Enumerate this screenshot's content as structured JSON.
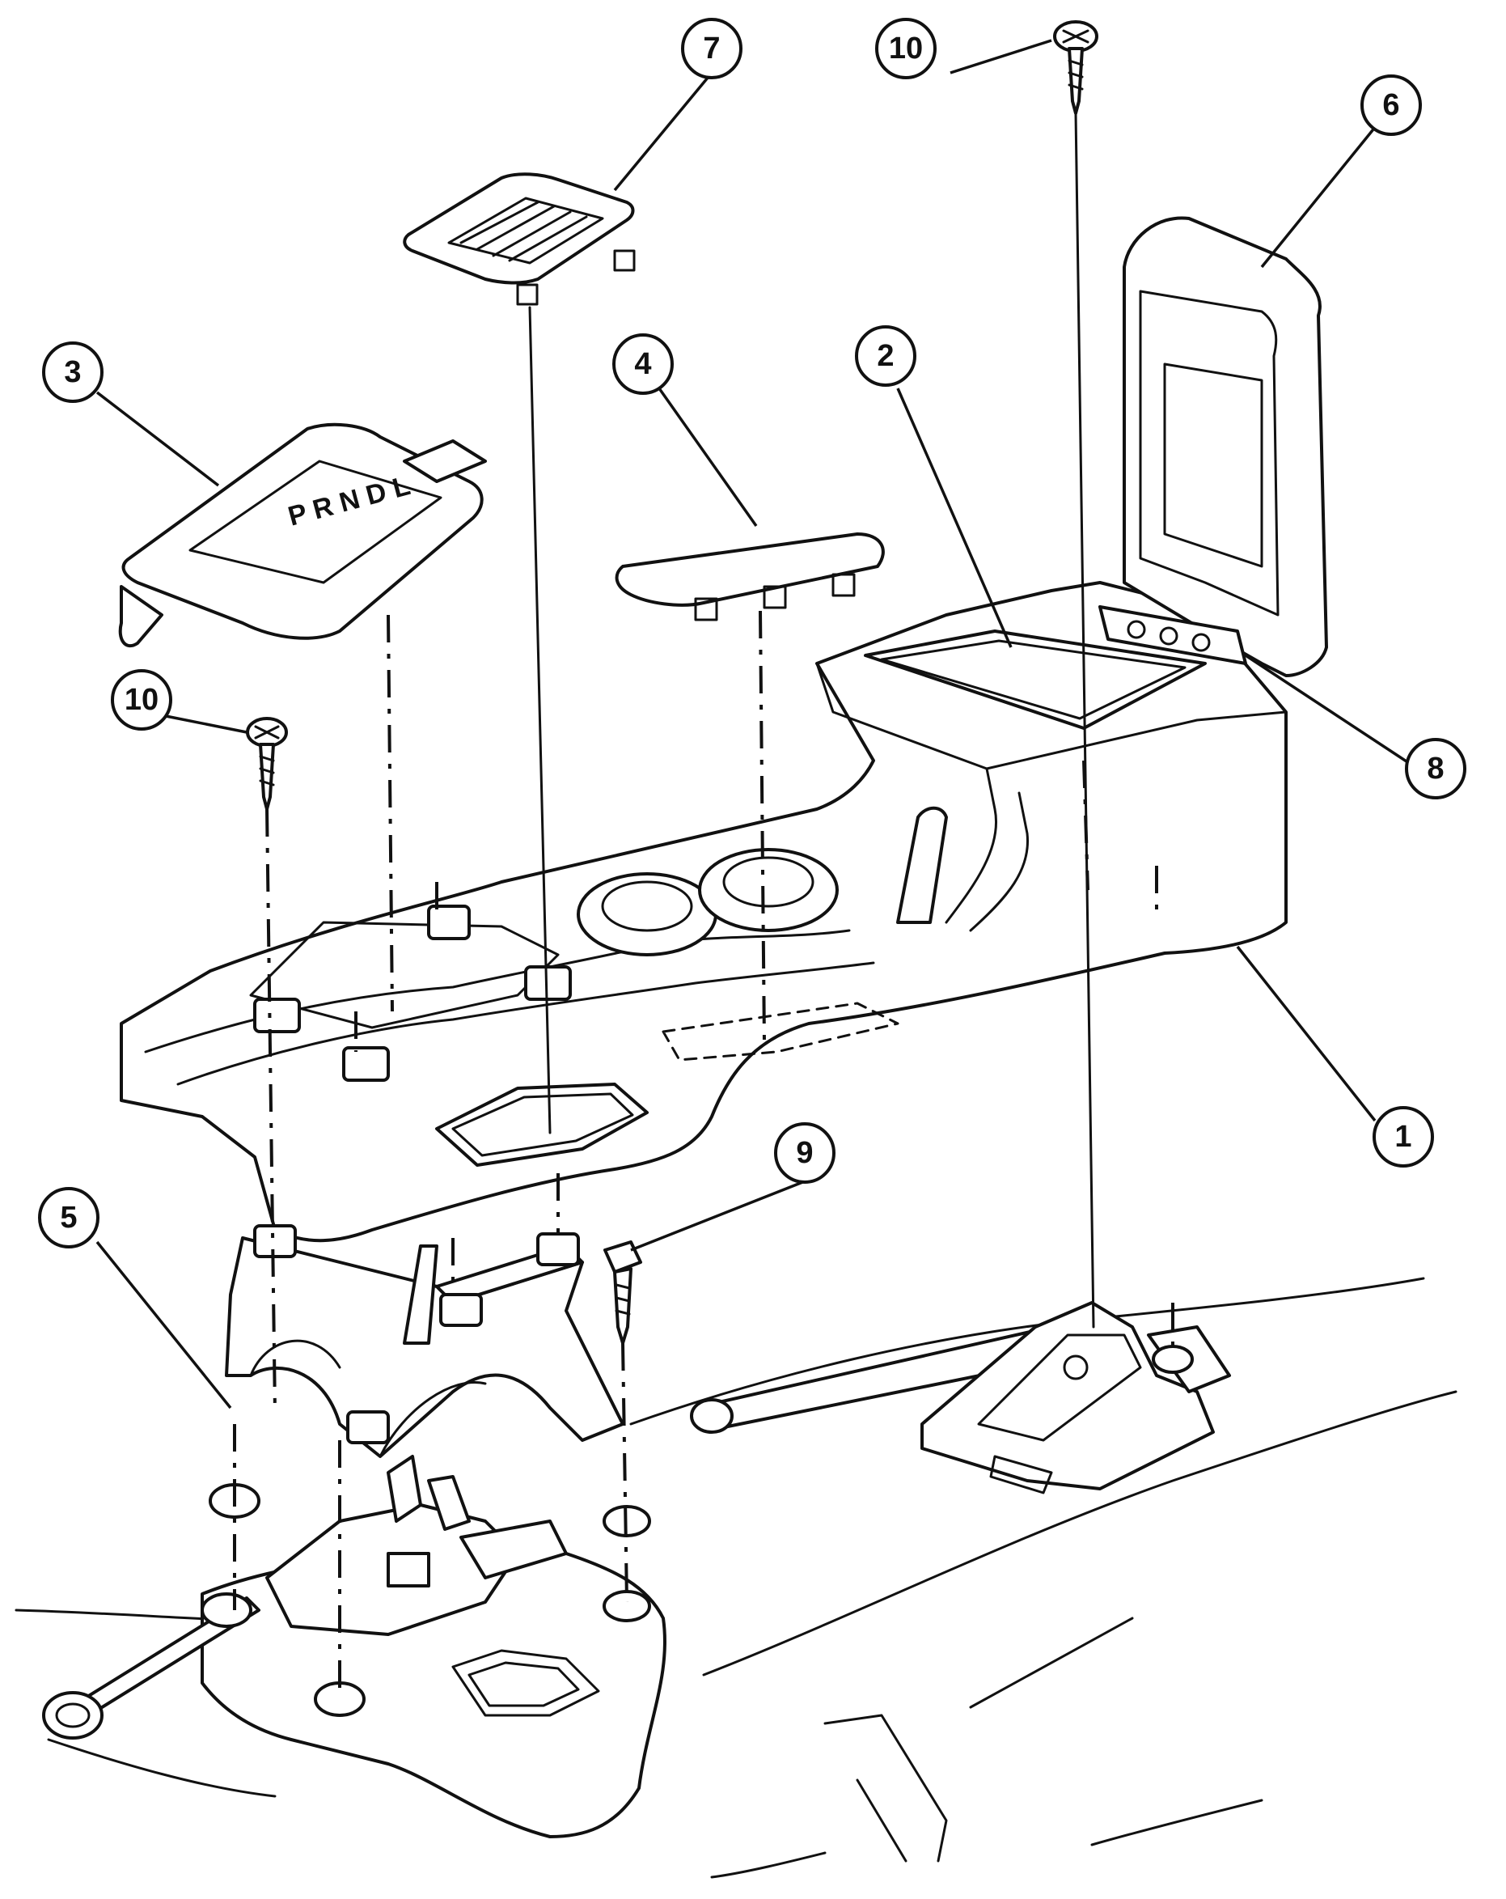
{
  "callouts": [
    {
      "id": "1",
      "label": "1"
    },
    {
      "id": "2",
      "label": "2"
    },
    {
      "id": "3",
      "label": "3"
    },
    {
      "id": "4",
      "label": "4"
    },
    {
      "id": "5",
      "label": "5"
    },
    {
      "id": "6",
      "label": "6"
    },
    {
      "id": "7",
      "label": "7"
    },
    {
      "id": "8",
      "label": "8"
    },
    {
      "id": "9",
      "label": "9"
    },
    {
      "id": "10a",
      "label": "10"
    },
    {
      "id": "10b",
      "label": "10"
    }
  ],
  "colors": {
    "line": "#111111",
    "background": "#ffffff"
  }
}
